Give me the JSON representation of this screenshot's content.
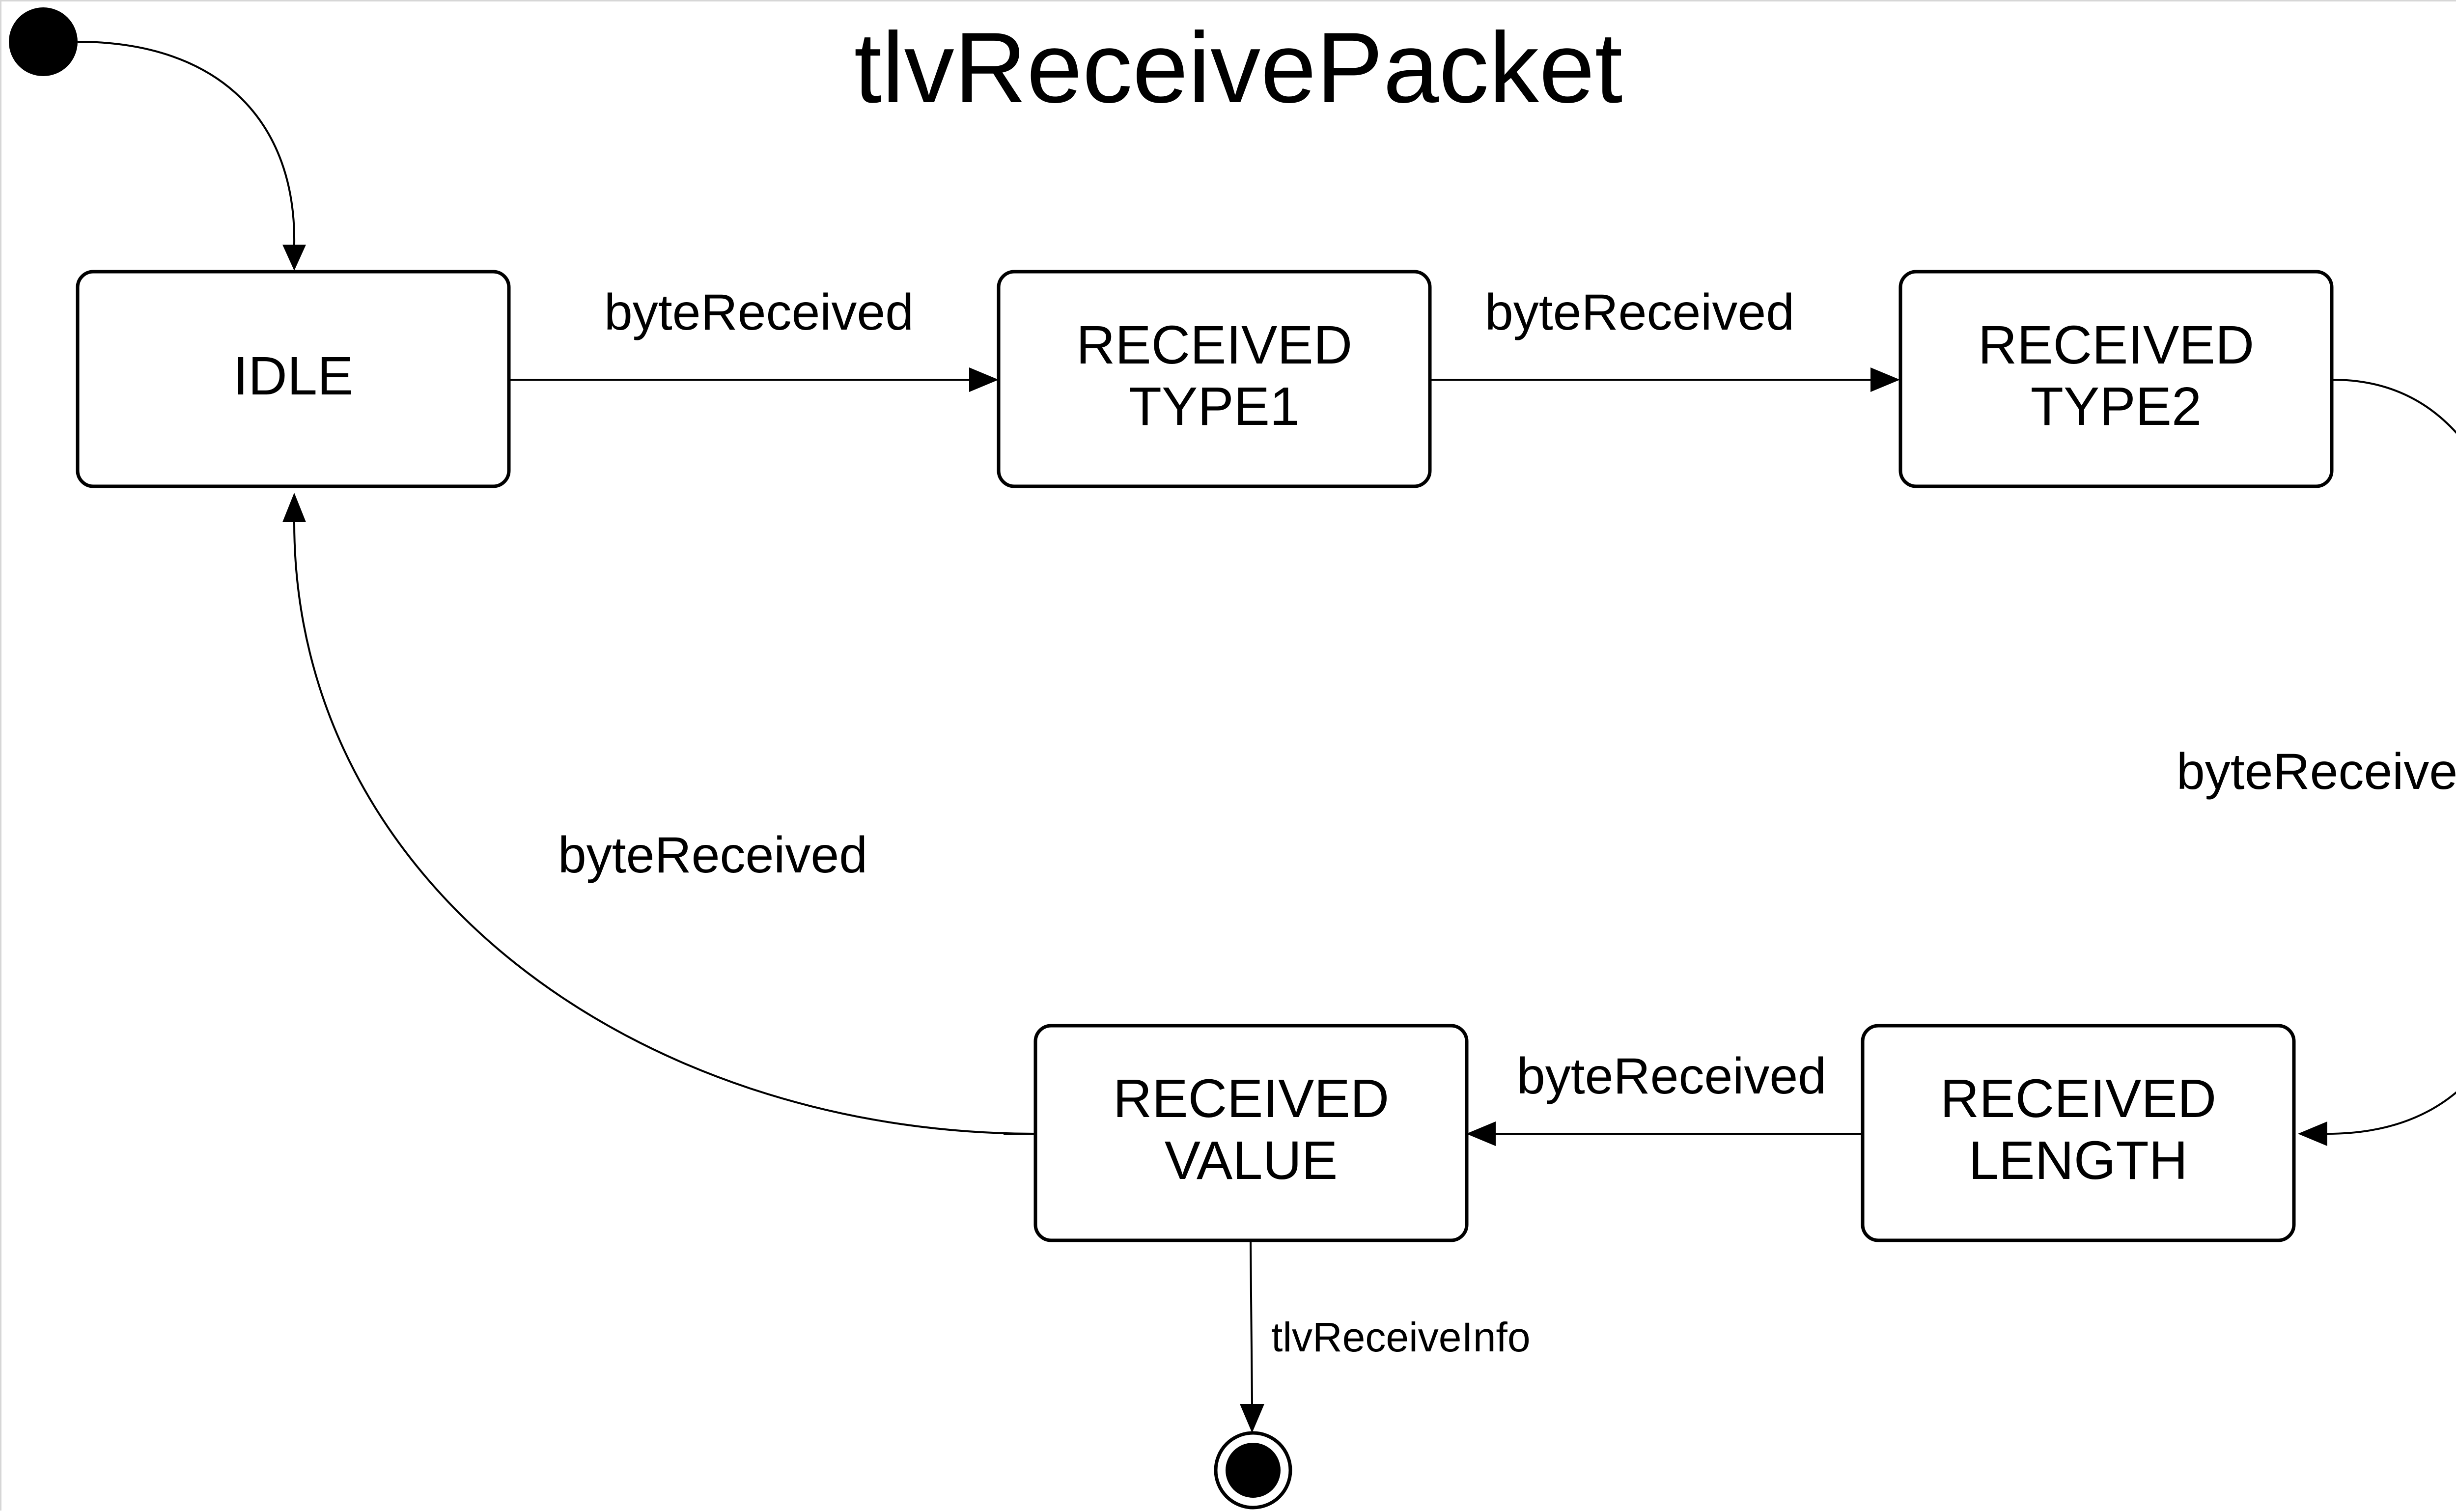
{
  "diagram": {
    "title": "tlvReceivePacket",
    "states": [
      {
        "id": "idle",
        "lines": [
          "IDLE"
        ]
      },
      {
        "id": "received_type1",
        "lines": [
          "RECEIVED",
          "TYPE1"
        ]
      },
      {
        "id": "received_type2",
        "lines": [
          "RECEIVED",
          "TYPE2"
        ]
      },
      {
        "id": "received_length",
        "lines": [
          "RECEIVED",
          "LENGTH"
        ]
      },
      {
        "id": "received_value",
        "lines": [
          "RECEIVED",
          "VALUE"
        ]
      }
    ],
    "transitions": [
      {
        "from": "initial",
        "to": "idle",
        "label": ""
      },
      {
        "from": "idle",
        "to": "received_type1",
        "label": "byteReceived"
      },
      {
        "from": "received_type1",
        "to": "received_type2",
        "label": "byteReceived"
      },
      {
        "from": "received_type2",
        "to": "received_length",
        "label": "byteReceived"
      },
      {
        "from": "received_length",
        "to": "received_value",
        "label": "byteReceived"
      },
      {
        "from": "received_value",
        "to": "idle",
        "label": "byteReceived"
      },
      {
        "from": "received_value",
        "to": "final",
        "label": "tlvReceiveInfo"
      }
    ],
    "colors": {
      "line": "#000000",
      "fill": "#ffffff",
      "frame": "#d6d6d6"
    }
  }
}
